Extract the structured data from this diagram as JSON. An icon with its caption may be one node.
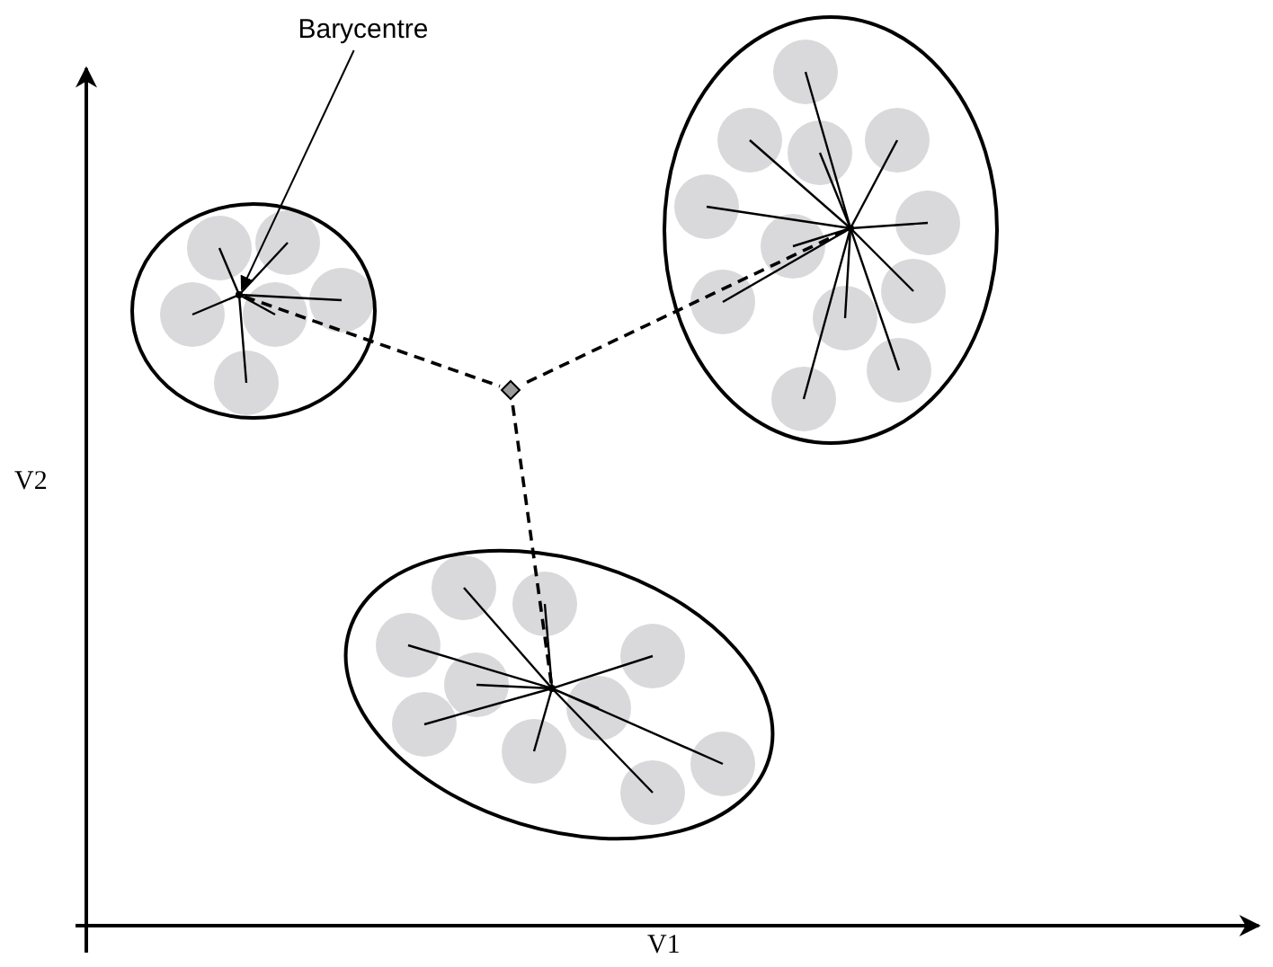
{
  "diagram": {
    "nodes": [
      {
        "text": [
          "Barycentre"
        ]
      },
      {
        "text": [],
        "shape": "ellipse"
      },
      {
        "text": [],
        "shape": "point",
        "in": 1
      },
      {
        "text": [],
        "shape": "ellipse"
      },
      {
        "text": [],
        "shape": "point",
        "in": 3
      },
      {
        "text": [],
        "shape": "ellipse"
      },
      {
        "text": [],
        "shape": "point",
        "in": 5
      },
      {
        "text": [],
        "shape": "diamond"
      }
    ],
    "edges": [
      {
        "from": 0,
        "to": 2,
        "arrow": "to"
      },
      {
        "from": 2,
        "to": 7,
        "arrow": "none",
        "style": "dashed"
      },
      {
        "from": 4,
        "to": 7,
        "arrow": "none",
        "style": "dashed"
      },
      {
        "from": 6,
        "to": 7,
        "arrow": "none",
        "style": "dashed"
      }
    ],
    "labels": [
      "V2",
      "V1"
    ]
  }
}
